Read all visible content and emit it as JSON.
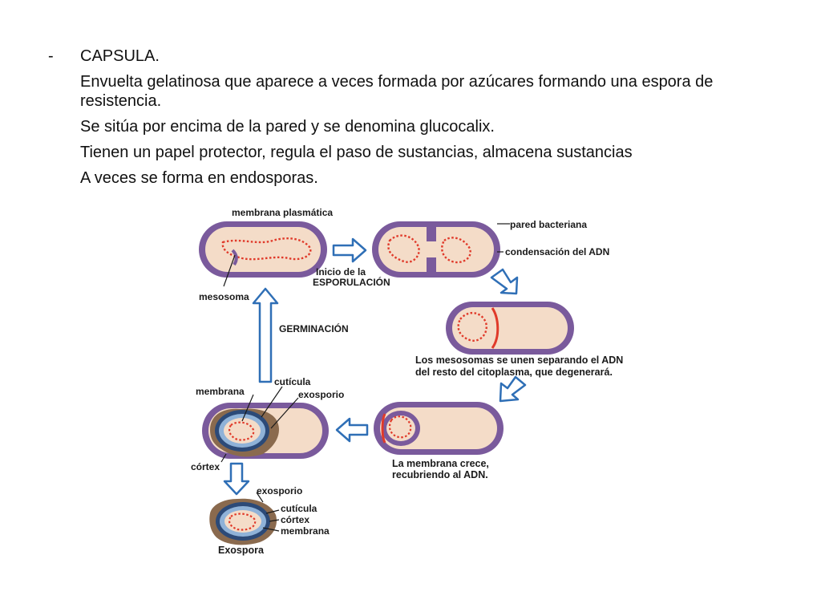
{
  "text": {
    "bullet_marker": "-",
    "heading": "CAPSULA.",
    "paragraphs": [
      "Envuelta gelatinosa que aparece a veces formada por azúcares formando una espora de resistencia.",
      "Se sitúa por encima de la pared y se denomina glucocalix.",
      "Tienen un papel protector, regula el paso de sustancias, almacena sustancias",
      "A veces se forma en endosporas."
    ]
  },
  "diagram": {
    "labels": {
      "membrana_plasmatica": "membrana plasmática",
      "pared_bacteriana": "pared bacteriana",
      "condensacion_adn": "condensación del ADN",
      "mesosoma": "mesosoma",
      "inicio_line1": "Inicio de la",
      "inicio_line2": "ESPORULACIÓN",
      "germinacion": "GERMINACIÓN",
      "mesosomas_line1": "Los mesosomas se unen separando el ADN",
      "mesosomas_line2": "del resto del citoplasma, que degenerará.",
      "cuticula_1": "cutícula",
      "membrana_1": "membrana",
      "exosporio_1": "exosporio",
      "cortex_1": "córtex",
      "membrana_crece_line1": "La membrana crece,",
      "membrana_crece_line2": "recubriendo al ADN.",
      "exosporio_2": "exosporio",
      "cuticula_2": "cutícula",
      "cortex_2": "córtex",
      "membrana_2": "membrana",
      "exospora": "Exospora"
    },
    "colors": {
      "cell_wall": "#7a5a9c",
      "cytoplasm": "#f4dcc8",
      "dna": "#e03a2a",
      "arrow_outline": "#2f6fb6",
      "arrow_fill": "#ffffff",
      "exosporium": "#8a6a4e",
      "cortex_ring": "#2c4a78"
    }
  }
}
